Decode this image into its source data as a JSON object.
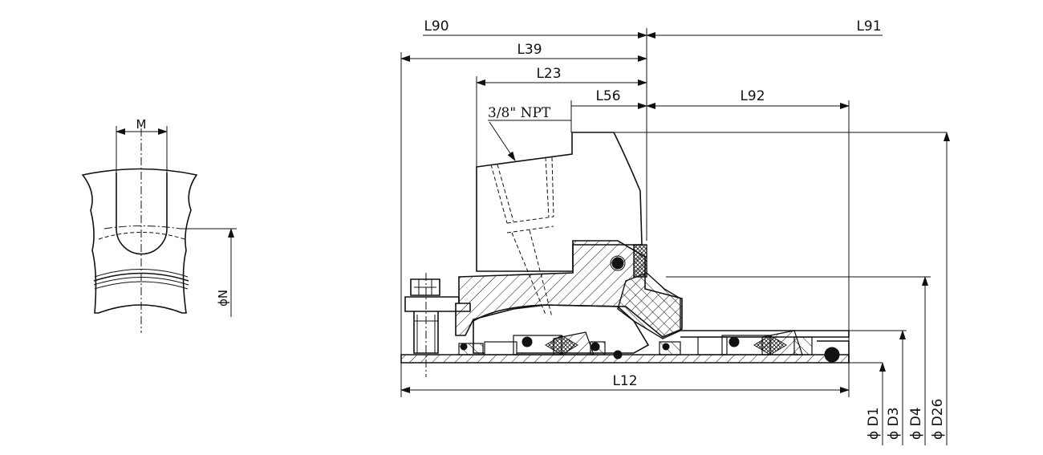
{
  "labels": {
    "L90": "L90",
    "L91": "L91",
    "L39": "L39",
    "L23": "L23",
    "L56": "L56",
    "L92": "L92",
    "L12": "L12",
    "npt": "3/8\" NPT",
    "D1": "ϕ D1",
    "D3": "ϕ D3",
    "D4": "ϕ D4",
    "D26": "ϕ D26",
    "M": "M",
    "N": "ϕN"
  }
}
